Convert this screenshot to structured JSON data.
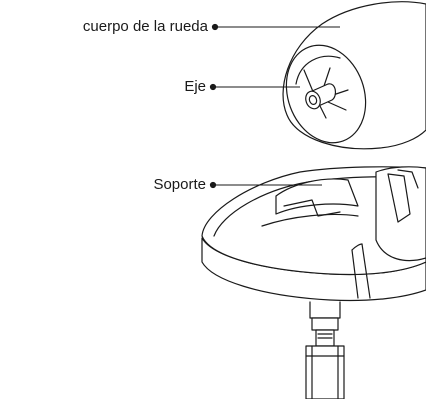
{
  "labels": {
    "wheel_body": "cuerpo de la rueda",
    "axle": "Eje",
    "stand": "Soporte"
  },
  "colors": {
    "line": "#1a1a1a",
    "fill": "#ffffff"
  }
}
